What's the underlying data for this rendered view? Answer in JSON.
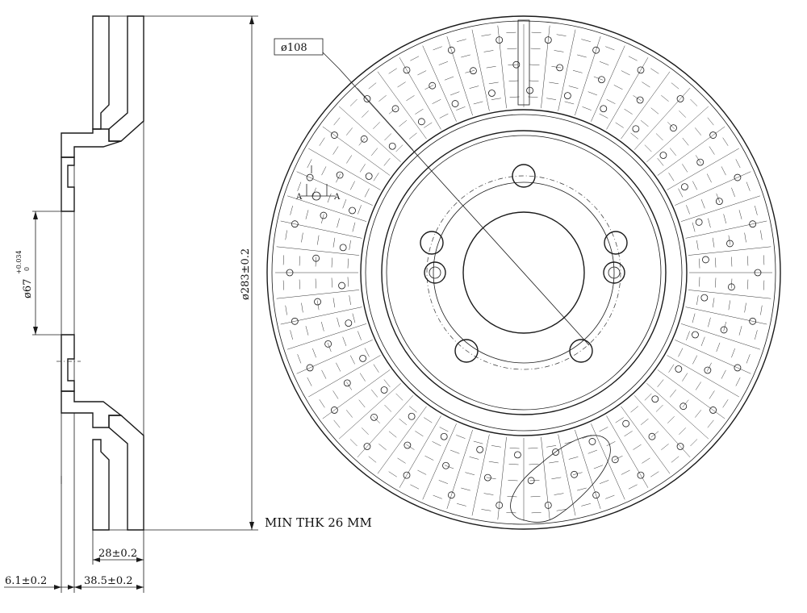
{
  "labels": {
    "pcd_diameter": "ø108",
    "outer_diameter": "ø283±0.2",
    "bore_diameter": "ø67",
    "bore_tol_upper": "+0.034",
    "bore_tol_lower": "0",
    "min_thickness": "MIN THK 26 MM",
    "disc_thickness": "28±0.2",
    "hat_height": "38.5±0.2",
    "hat_offset": "6.1±0.2",
    "section_mark": "A"
  },
  "colors": {
    "line": "#1a1a1a",
    "background": "#ffffff"
  }
}
